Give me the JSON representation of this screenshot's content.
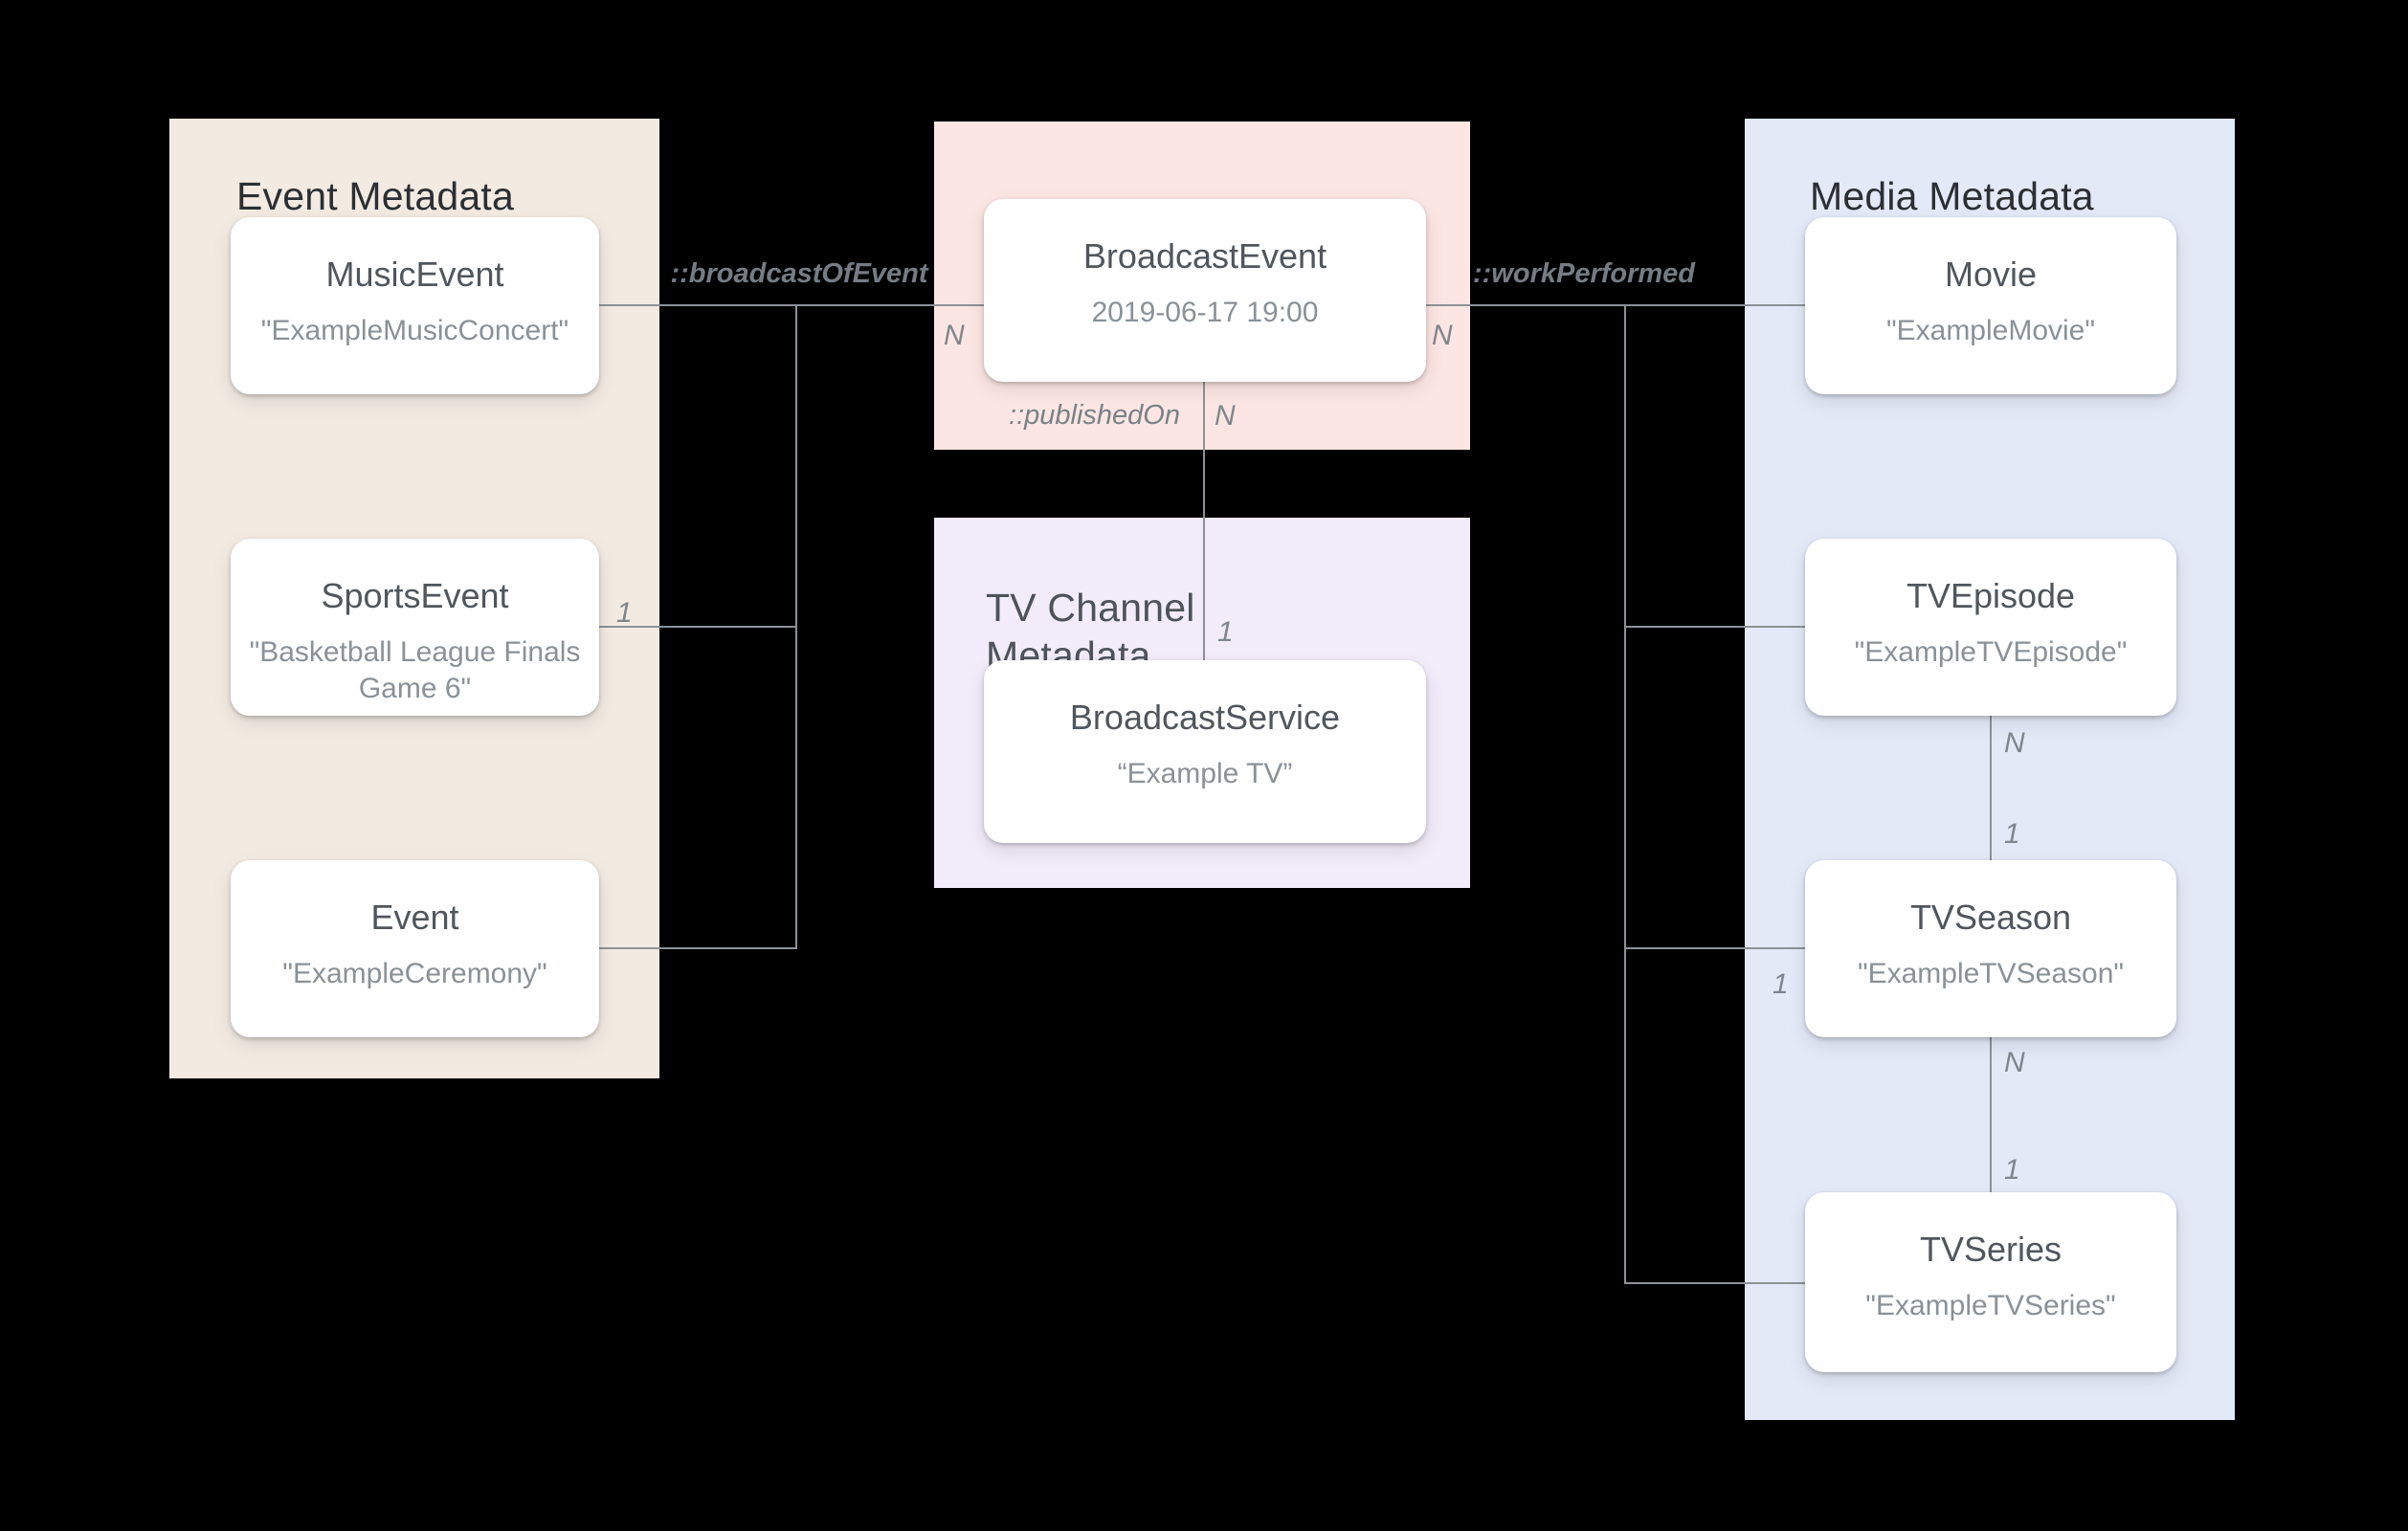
{
  "panels": {
    "event_metadata": {
      "title": "Event Metadata",
      "color": "#f3eae2"
    },
    "broadcast_event_panel": {
      "title": "",
      "color": "#fce6e3"
    },
    "tv_channel_metadata": {
      "title": "TV Channel Metadata",
      "color": "#f2ecfa"
    },
    "media_metadata": {
      "title": "Media Metadata",
      "color": "#e4e9f8"
    }
  },
  "nodes": {
    "music_event": {
      "type": "MusicEvent",
      "name": "\"ExampleMusicConcert\""
    },
    "sports_event": {
      "type": "SportsEvent",
      "name": "\"Basketball League Finals Game 6\""
    },
    "event": {
      "type": "Event",
      "name": "\"ExampleCeremony\""
    },
    "broadcast_event": {
      "type": "BroadcastEvent",
      "name": "2019-06-17 19:00"
    },
    "broadcast_service": {
      "type": "BroadcastService",
      "name": "“Example TV”"
    },
    "movie": {
      "type": "Movie",
      "name": "\"ExampleMovie\""
    },
    "tv_episode": {
      "type": "TVEpisode",
      "name": "\"ExampleTVEpisode\""
    },
    "tv_season": {
      "type": "TVSeason",
      "name": "\"ExampleTVSeason\""
    },
    "tv_series": {
      "type": "TVSeries",
      "name": "\"ExampleTVSeries\""
    }
  },
  "relations": {
    "broadcast_of_event": "::broadcastOfEvent",
    "work_performed": "::workPerformed",
    "published_on": "::publishedOn"
  },
  "cardinalities": {
    "broadcast_of_event_n": "N",
    "broadcast_of_event_sports_1": "1",
    "work_performed_n": "N",
    "published_on_n": "N",
    "published_on_1": "1",
    "episode_to_season_n": "N",
    "episode_to_season_1": "1",
    "season_to_series_n": "N",
    "season_to_series_1": "1",
    "work_performed_season_1": "1"
  },
  "colors": {
    "background": "#000000",
    "card": "#ffffff",
    "connector_line": "#8d9298",
    "panel_title_dark": "#2b2f33",
    "panel_title_gray": "#4d5359",
    "node_type_text": "#50565c",
    "node_name_text": "#8a9197",
    "label_text": "#7f868c"
  }
}
